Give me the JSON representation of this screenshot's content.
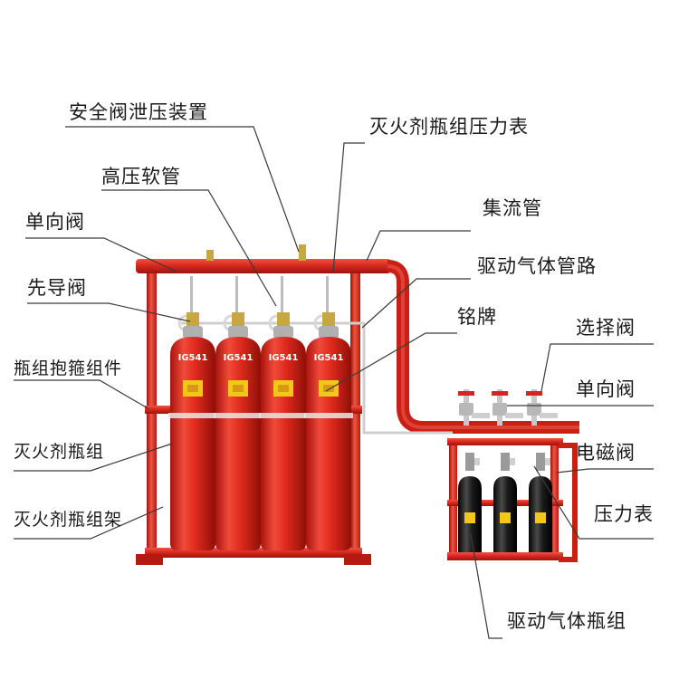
{
  "labels": {
    "safety_relief": "安全阀泄压装置",
    "agent_pressure_gauge": "灭火剂瓶组压力表",
    "high_pressure_hose": "高压软管",
    "manifold": "集流管",
    "check_valve_left": "单向阀",
    "drive_gas_pipe": "驱动气体管路",
    "pilot_valve": "先导阀",
    "nameplate": "铭牌",
    "selector_valve": "选择阀",
    "cylinder_clamp": "瓶组抱箍组件",
    "check_valve_right": "单向阀",
    "agent_cylinders": "灭火剂瓶组",
    "solenoid_valve": "电磁阀",
    "cylinder_rack": "灭火剂瓶组架",
    "pressure_gauge": "压力表",
    "drive_gas_cylinders": "驱动气体瓶组"
  },
  "cylinder_model": "IG541",
  "colors": {
    "frame_red": "#d4261c",
    "cylinder_red": "#e02a1e",
    "drive_cylinder_black": "#1b1b1b",
    "nameplate_yellow": "#f3c61a",
    "leader_line": "#3a3a3a"
  }
}
